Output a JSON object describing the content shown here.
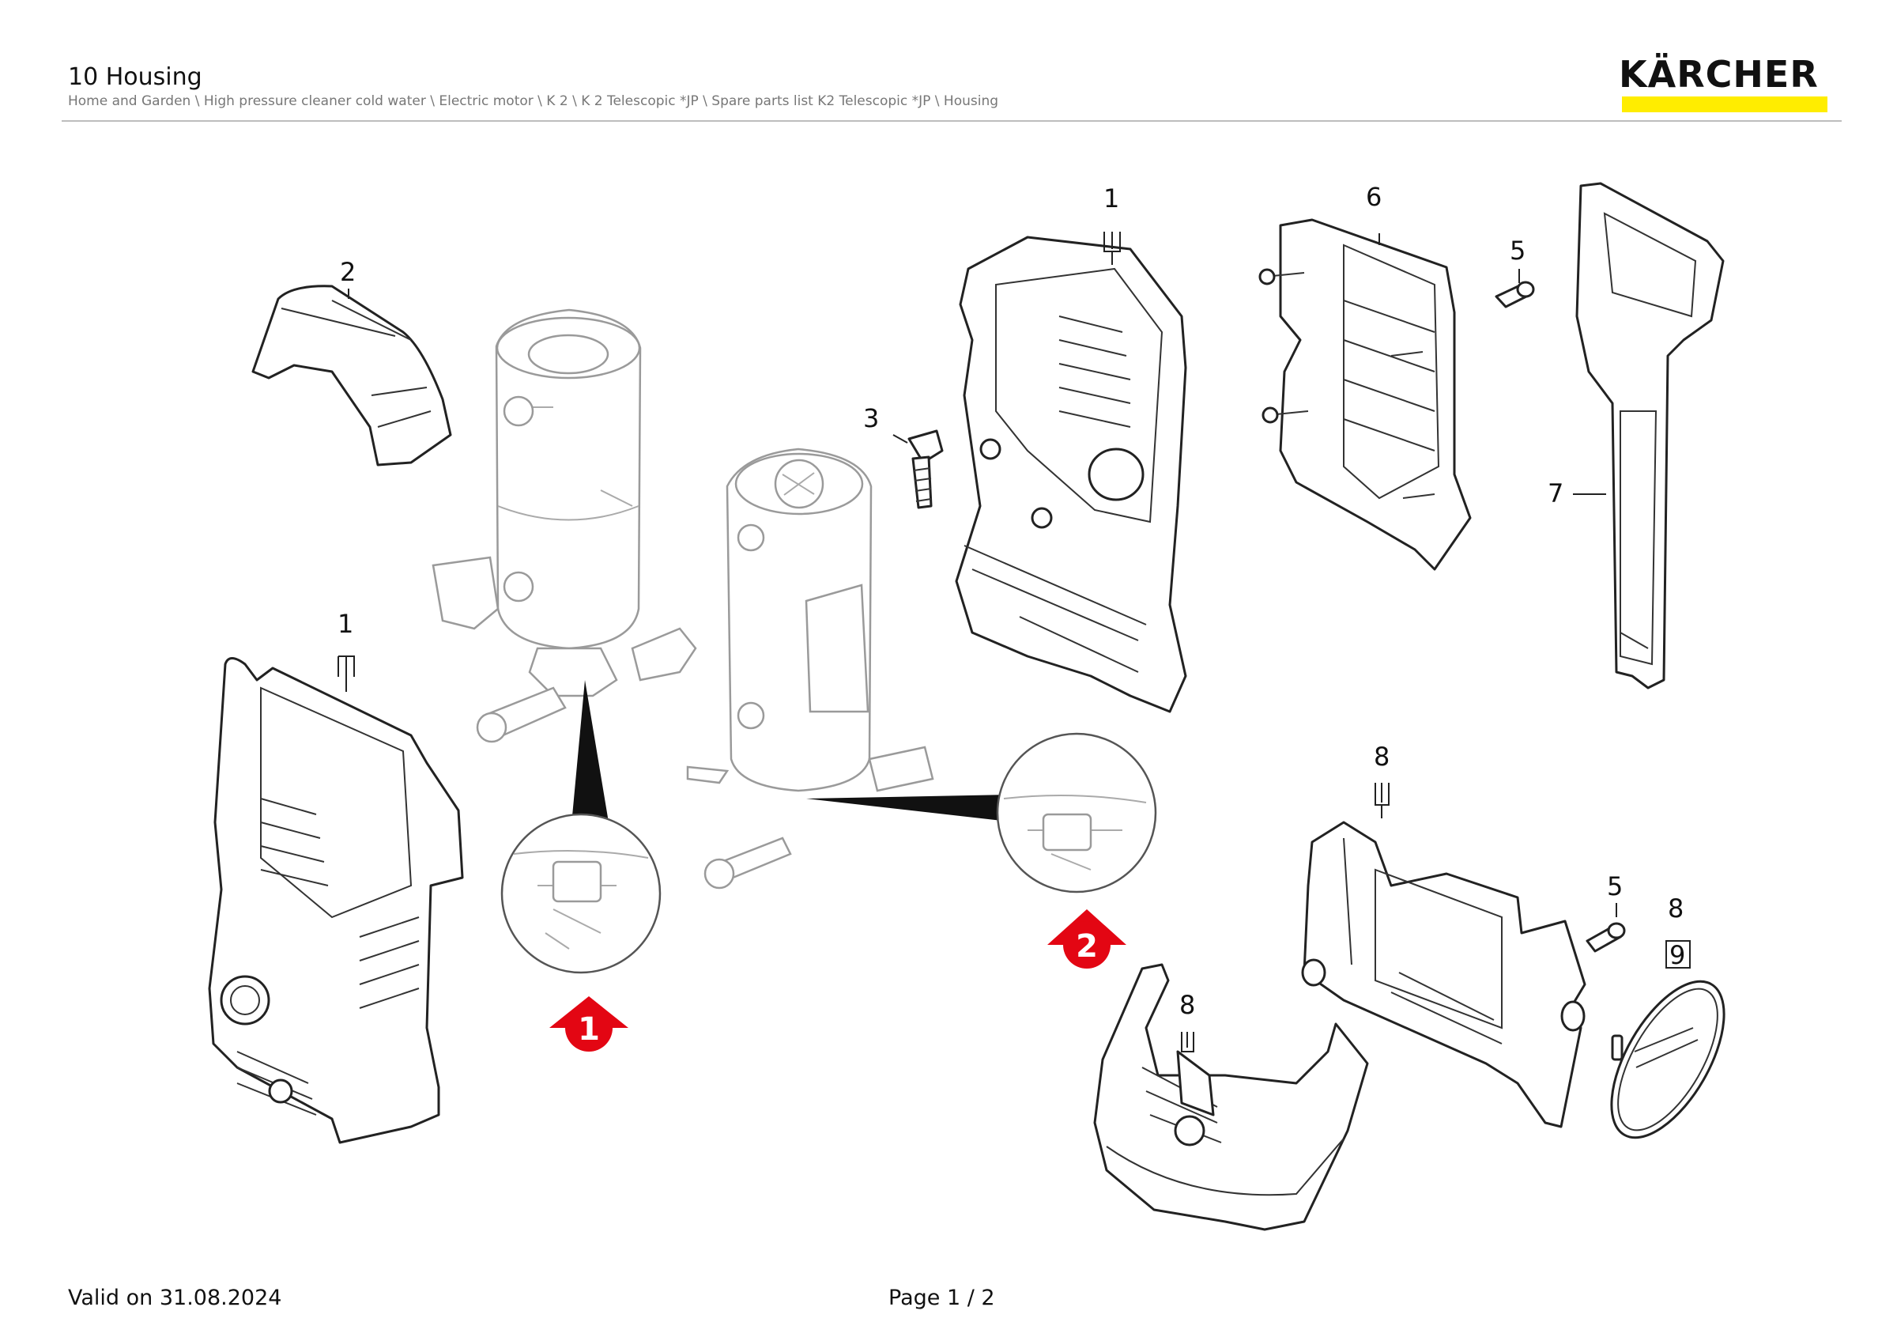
{
  "header": {
    "title": "10 Housing",
    "breadcrumb": "Home and Garden \\ High pressure cleaner cold water \\ Electric motor \\ K 2 \\ K 2 Telescopic *JP \\ Spare parts list K2 Telescopic *JP \\ Housing"
  },
  "brand": {
    "logo_text": "KÄRCHER",
    "accent_color": "#ffed00"
  },
  "diagram": {
    "position_labels": [
      {
        "id": "label-1-top",
        "text": "1"
      },
      {
        "id": "label-2",
        "text": "2"
      },
      {
        "id": "label-1-left",
        "text": "1"
      },
      {
        "id": "label-3",
        "text": "3"
      },
      {
        "id": "label-6",
        "text": "6"
      },
      {
        "id": "label-5-top",
        "text": "5"
      },
      {
        "id": "label-7",
        "text": "7"
      },
      {
        "id": "label-8-top",
        "text": "8"
      },
      {
        "id": "label-5-bottom",
        "text": "5"
      },
      {
        "id": "label-8-right",
        "text": "8"
      },
      {
        "id": "label-9",
        "text": "9"
      },
      {
        "id": "label-8-bottom",
        "text": "8"
      }
    ],
    "callouts": [
      {
        "id": "callout-1",
        "text": "1",
        "color": "#e30613"
      },
      {
        "id": "callout-2",
        "text": "2",
        "color": "#e30613"
      }
    ]
  },
  "footer": {
    "valid_on": "Valid on 31.08.2024",
    "page": "Page 1 / 2"
  }
}
